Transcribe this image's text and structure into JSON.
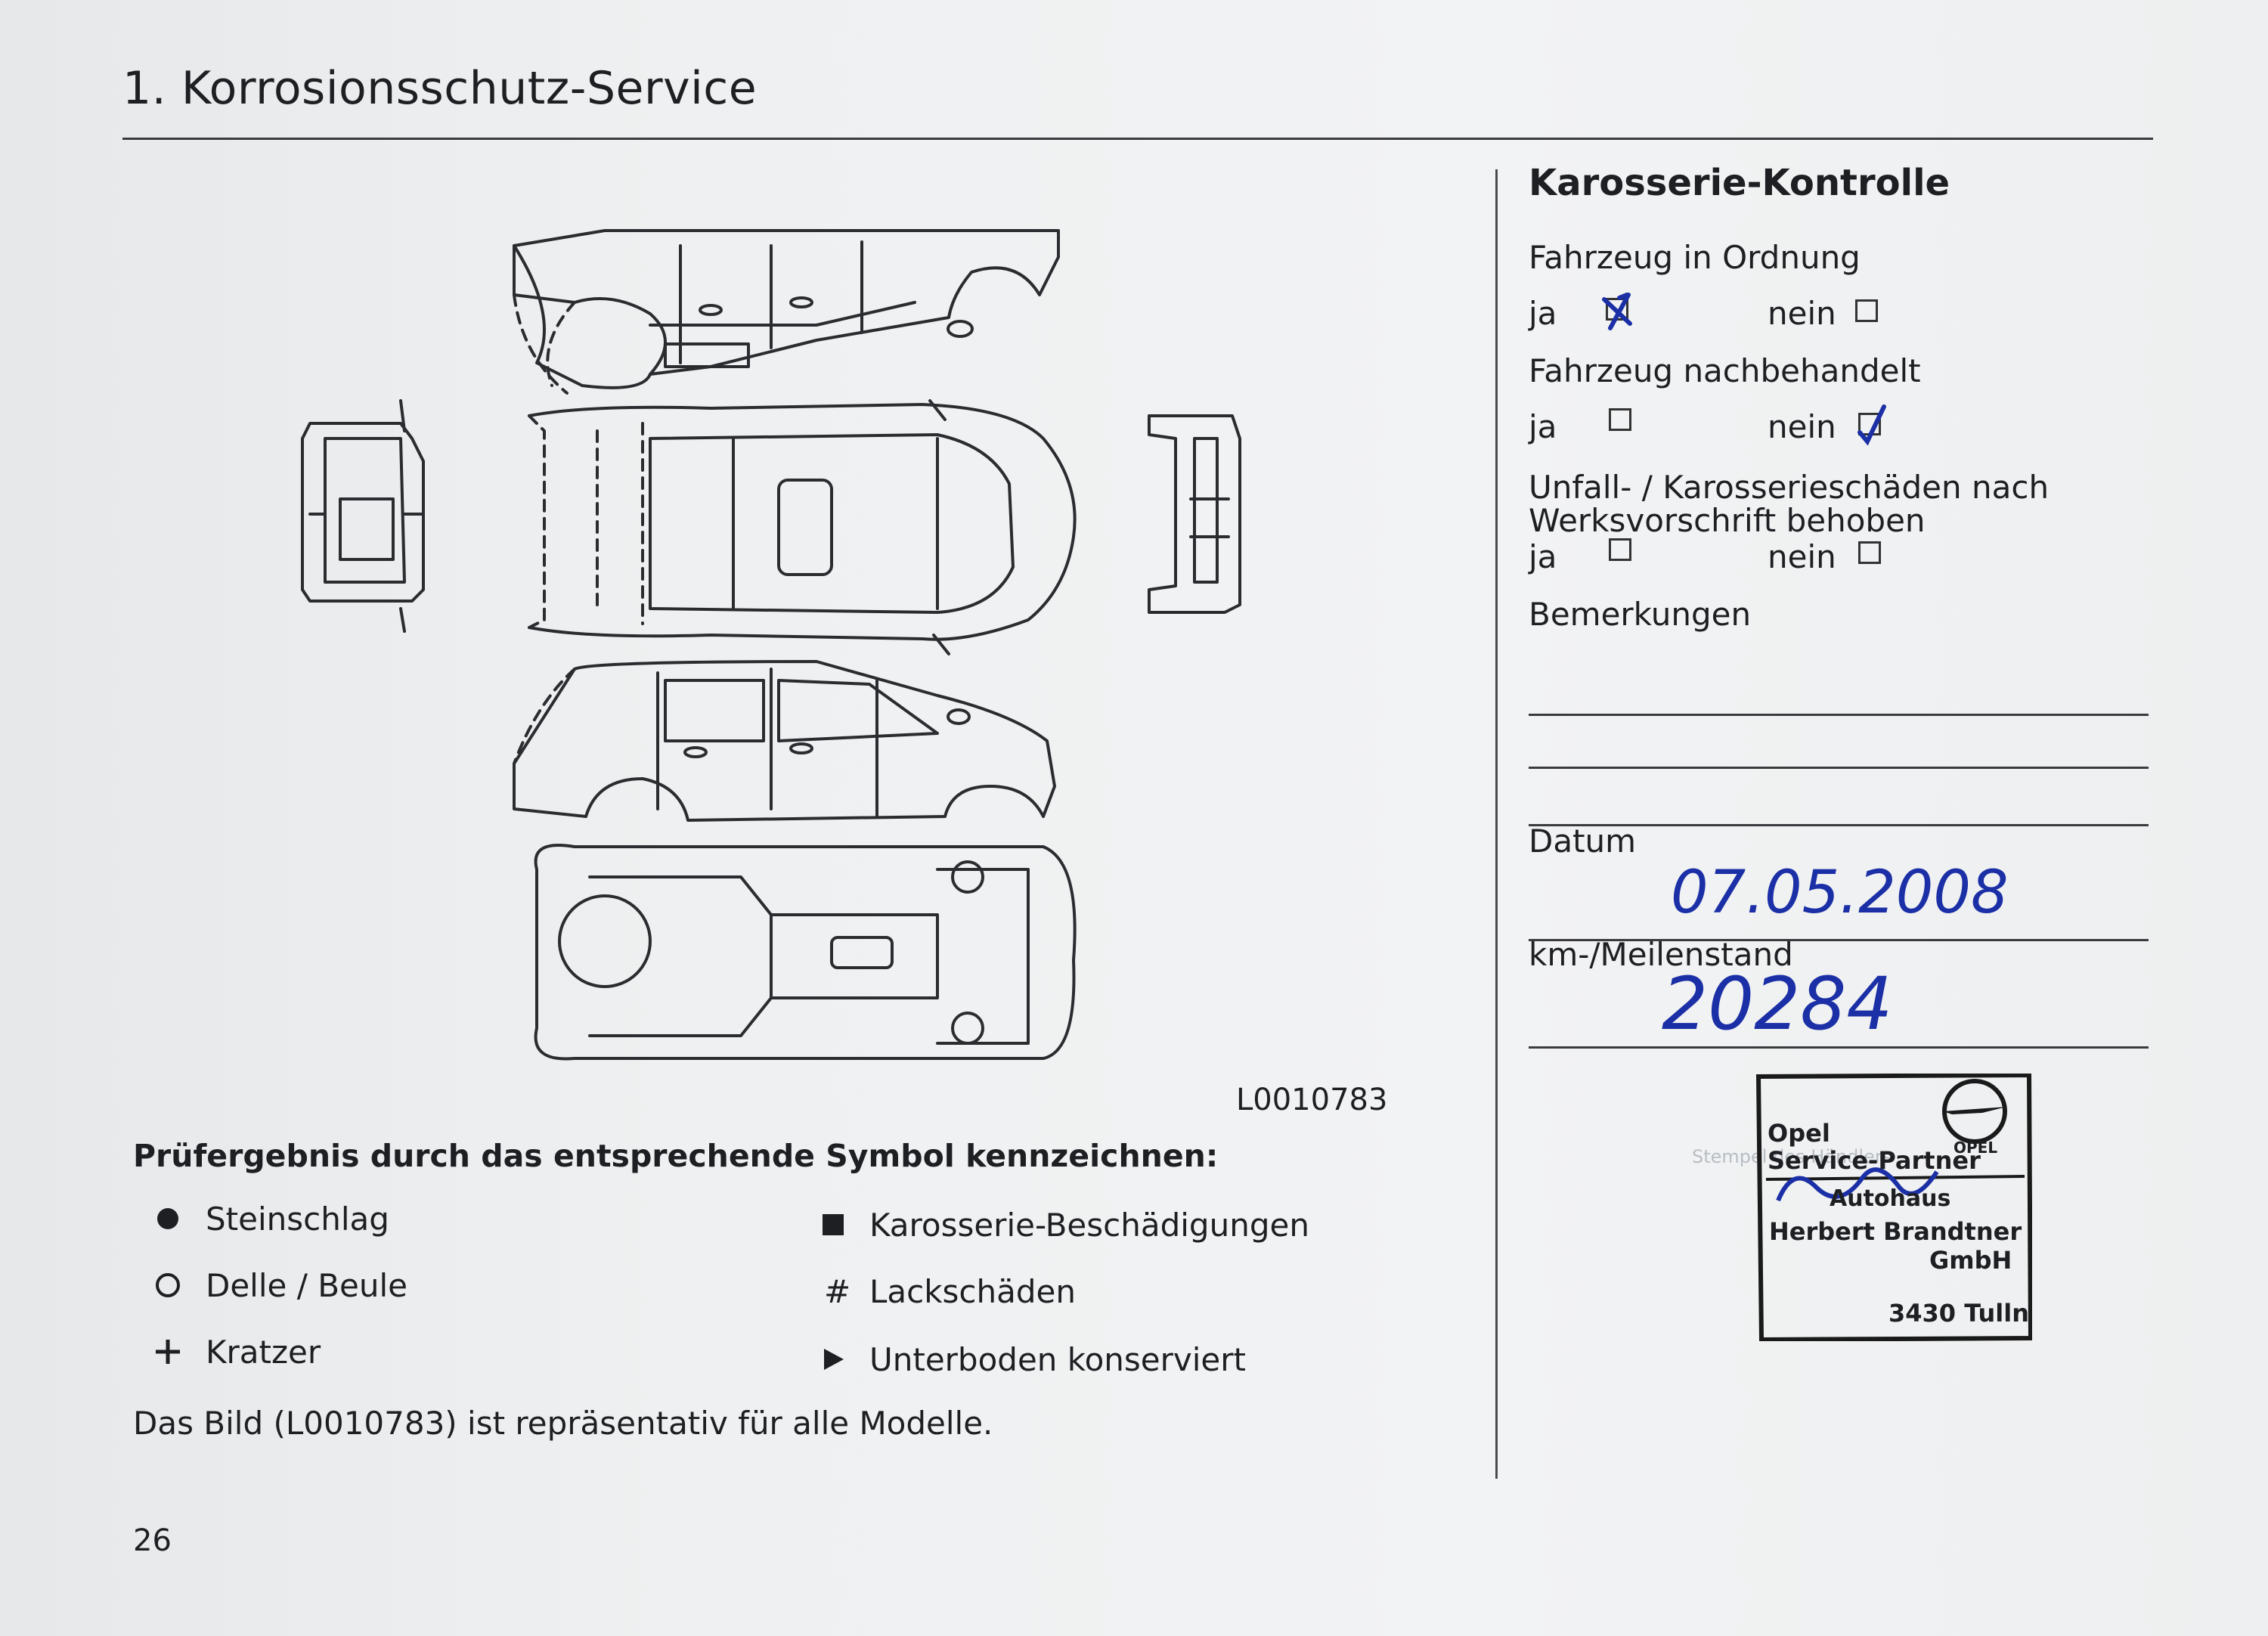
{
  "page": {
    "title": "1. Korrosionsschutz-Service",
    "number": "26"
  },
  "left": {
    "diagram_ref": "L0010783",
    "prompt": "Prüfergebnis durch das entsprechende Symbol kennzeichnen:",
    "legend": [
      {
        "symbol": "filled-circle",
        "label": "Steinschlag"
      },
      {
        "symbol": "open-circle",
        "label": "Delle / Beule"
      },
      {
        "symbol": "plus",
        "label": "Kratzer"
      },
      {
        "symbol": "filled-square",
        "label": "Karosserie-Beschädigungen"
      },
      {
        "symbol": "hash",
        "label": "Lackschäden",
        "glyph": "#"
      },
      {
        "symbol": "triangle",
        "label": "Unterboden konserviert"
      }
    ],
    "note": "Das Bild (L0010783) ist repräsentativ für alle Modelle."
  },
  "right": {
    "heading": "Karosserie-Kontrolle",
    "q1": {
      "label": "Fahrzeug in Ordnung",
      "yes": "ja",
      "no": "nein",
      "checked": "ja"
    },
    "q2": {
      "label": "Fahrzeug nachbehandelt",
      "yes": "ja",
      "no": "nein",
      "checked": "nein"
    },
    "q3": {
      "label_line1": "Unfall- / Karosserieschäden nach",
      "label_line2": "Werksvorschrift behoben",
      "yes": "ja",
      "no": "nein",
      "checked": ""
    },
    "remarks_label": "Bemerkungen",
    "date_label": "Datum",
    "date_value": "07.05.2008",
    "mileage_label": "km-/Meilenstand",
    "mileage_value": "20284",
    "stamp_label": "Stempel des Händlers"
  },
  "stamp": {
    "logo": "OPEL",
    "line1": "Opel",
    "line2": "Service-Partner",
    "line3": "Autohaus",
    "line4": "Herbert Brandtner",
    "line5": "GmbH",
    "line6": "3430 Tulln"
  },
  "colors": {
    "ink_pen": "#1b2fa6",
    "print": "#1e1f22",
    "paper": "#eef0f1"
  }
}
